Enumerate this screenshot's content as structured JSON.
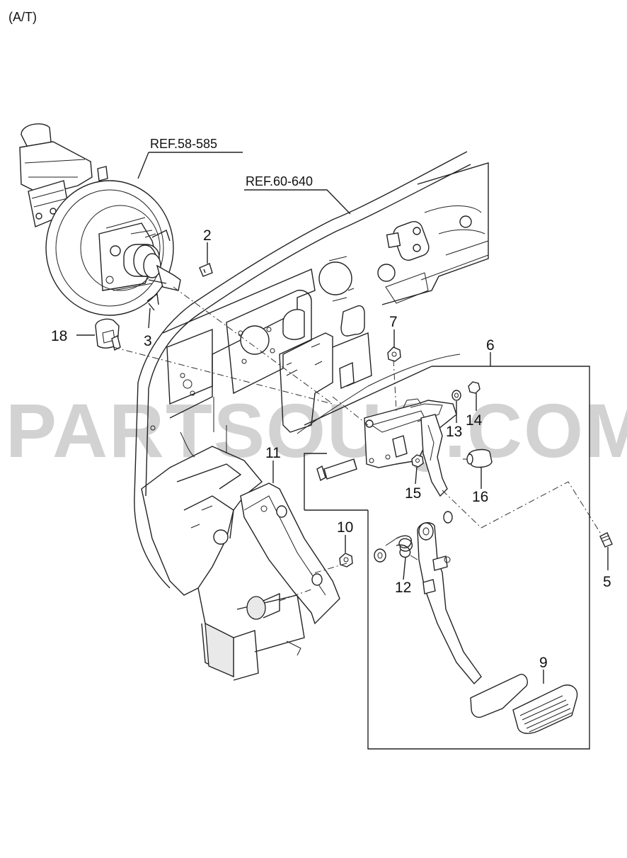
{
  "header": {
    "caption": "(A/T)"
  },
  "watermark": {
    "text": "PARTSOUQ.COM"
  },
  "references": [
    {
      "id": "ref-brake-booster",
      "label": "REF.58-585"
    },
    {
      "id": "ref-dash-panel",
      "label": "REF.60-640"
    }
  ],
  "callouts": [
    {
      "id": "2",
      "label": "2"
    },
    {
      "id": "3",
      "label": "3"
    },
    {
      "id": "5",
      "label": "5"
    },
    {
      "id": "6",
      "label": "6"
    },
    {
      "id": "7",
      "label": "7"
    },
    {
      "id": "9",
      "label": "9"
    },
    {
      "id": "10",
      "label": "10"
    },
    {
      "id": "11",
      "label": "11"
    },
    {
      "id": "12",
      "label": "12"
    },
    {
      "id": "13",
      "label": "13"
    },
    {
      "id": "14",
      "label": "14"
    },
    {
      "id": "15",
      "label": "15"
    },
    {
      "id": "16",
      "label": "16"
    },
    {
      "id": "18",
      "label": "18"
    }
  ]
}
